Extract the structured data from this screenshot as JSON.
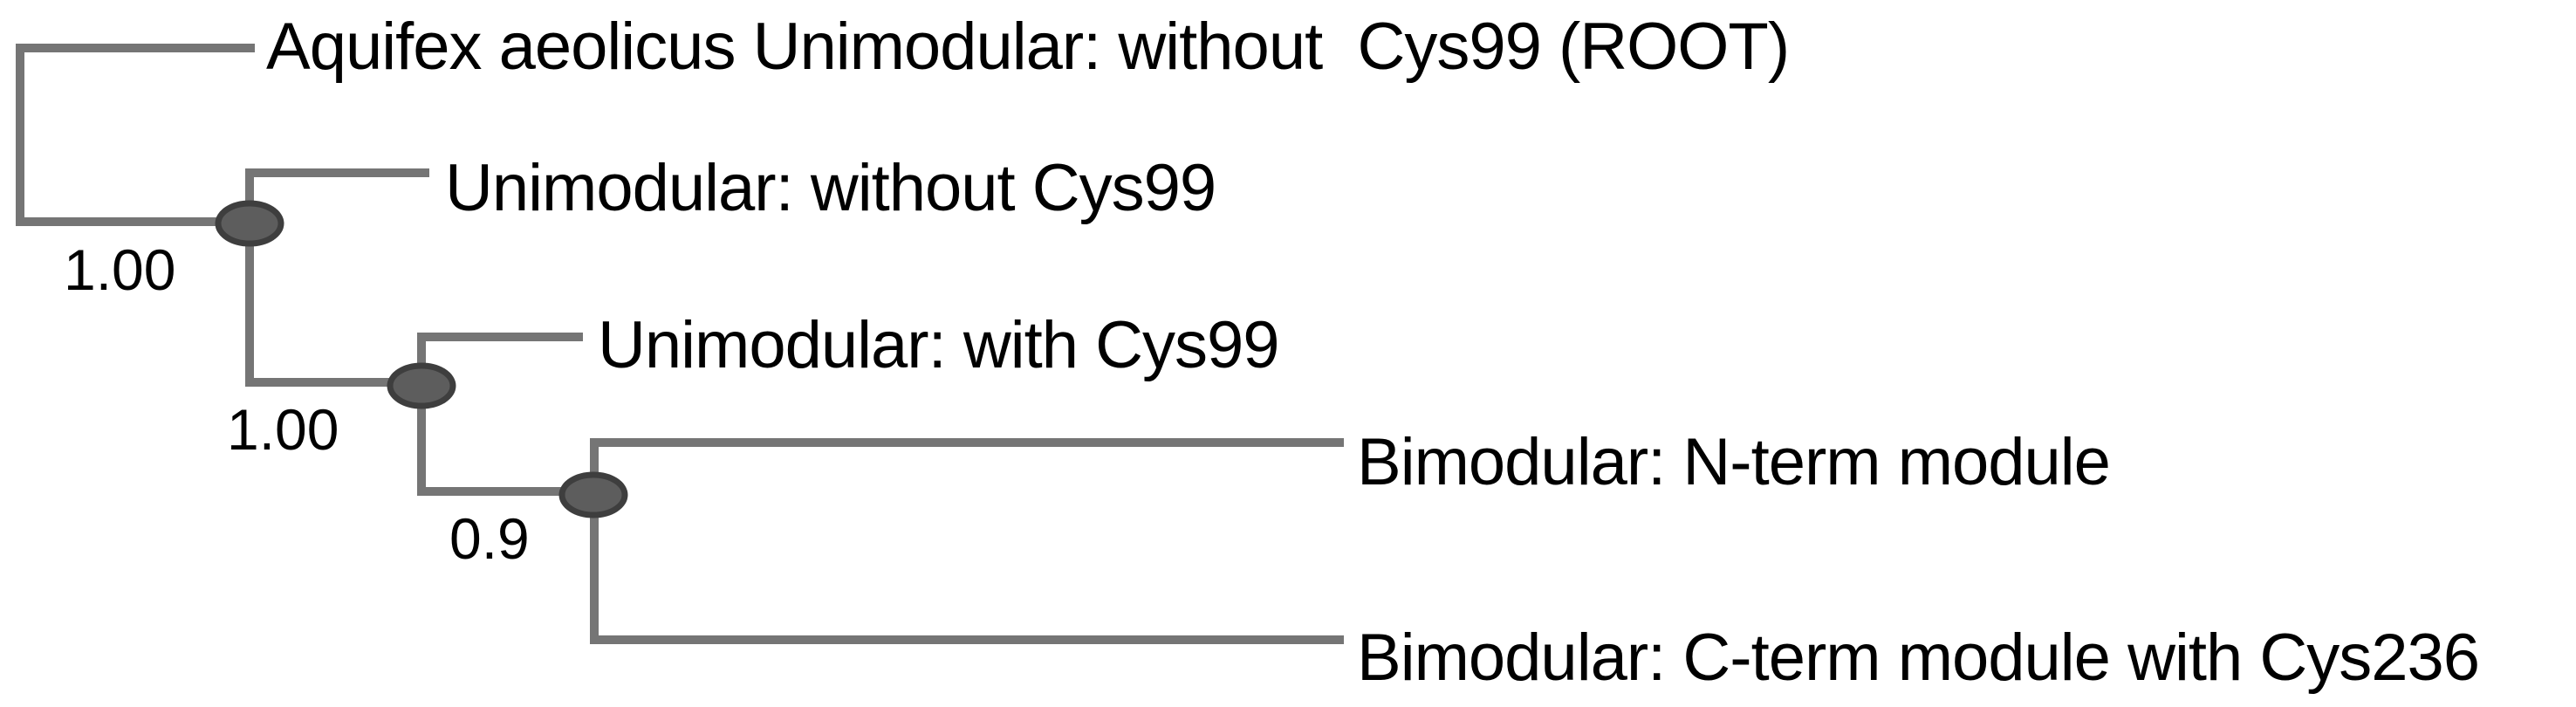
{
  "figure": {
    "type": "phylogenetic-tree",
    "orientation": "left-to-right",
    "background_color": "#ffffff",
    "branch_color": "#757575",
    "node_marker_fill": "#5d5d5d",
    "node_marker_border": "#3e3e3e",
    "label_color": "#000000"
  },
  "tree": {
    "tips": [
      {
        "id": "aquifex-root",
        "label": "Aquifex aeolicus Unimodular: without  Cys99 (ROOT)"
      },
      {
        "id": "unimodular-without-cys99",
        "label": "Unimodular: without Cys99"
      },
      {
        "id": "unimodular-with-cys99",
        "label": "Unimodular: with Cys99"
      },
      {
        "id": "bimodular-n-term",
        "label": "Bimodular: N-term module"
      },
      {
        "id": "bimodular-c-term",
        "label": "Bimodular: C-term module with Cys236"
      }
    ],
    "nodes": [
      {
        "id": "node-1",
        "support": "1.00",
        "children": [
          "Unimodular: without Cys99",
          "node-2"
        ]
      },
      {
        "id": "node-2",
        "support": "1.00",
        "children": [
          "Unimodular: with Cys99",
          "node-3"
        ]
      },
      {
        "id": "node-3",
        "support": "0.9",
        "children": [
          "Bimodular: N-term module",
          "Bimodular: C-term module with Cys236"
        ]
      }
    ]
  }
}
